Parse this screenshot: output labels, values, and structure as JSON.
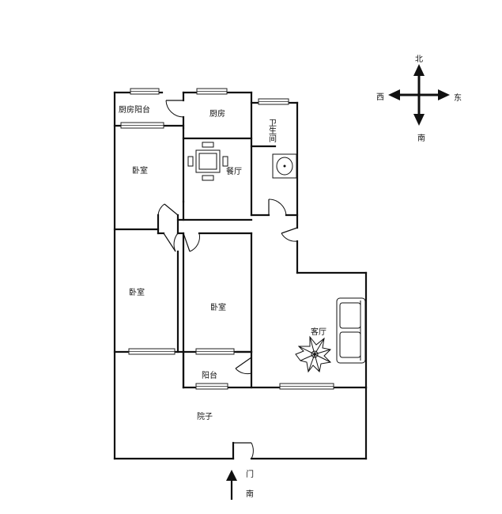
{
  "rooms": {
    "kitchen_balcony": "厨房阳台",
    "kitchen": "厨房",
    "bathroom": "卫生间",
    "dining": "餐厅",
    "bedroom_nw": "卧室",
    "bedroom_w": "卧室",
    "bedroom_center": "卧室",
    "living": "客厅",
    "balcony": "阳台",
    "yard": "院子",
    "door": "门",
    "door_south": "南"
  },
  "compass": {
    "north": "北",
    "south": "南",
    "east": "东",
    "west": "西"
  }
}
